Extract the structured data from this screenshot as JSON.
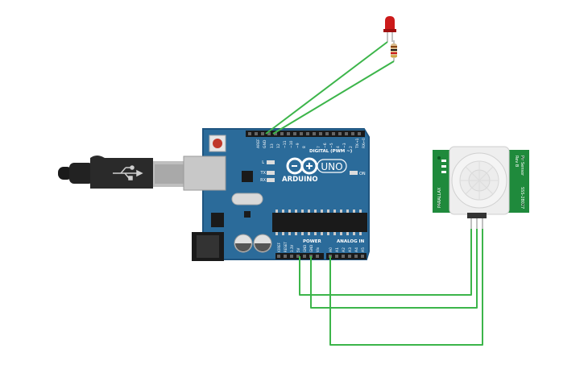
{
  "board": {
    "brand": "ARDUINO",
    "model": "UNO",
    "digital_label": "DIGITAL (PWM ~)",
    "power_label": "POWER",
    "analog_label": "ANALOG IN",
    "on_label": "ON",
    "led_l": "L",
    "led_tx": "TX",
    "led_rx": "RX",
    "pin_aref": "AREF",
    "pin_gnd_top": "GND",
    "digital_pins": [
      "13",
      "12",
      "~11",
      "~10",
      "~9",
      "8",
      "7",
      "~6",
      "~5",
      "4",
      "~3",
      "2",
      "TX→1",
      "RX←0"
    ],
    "power_pins": [
      "IOREF",
      "RESET",
      "3.3V",
      "5V",
      "GND",
      "GND",
      "Vin"
    ],
    "analog_pins": [
      "A0",
      "A1",
      "A2",
      "A3",
      "A4",
      "A5"
    ]
  },
  "pir": {
    "title": "Pir Sensor",
    "rev": "Rev B",
    "part": "SSS-28027",
    "brand": "PARALLAX"
  },
  "colors": {
    "board": "#2b6b9a",
    "board_edge": "#1f5580",
    "wire": "#3cb54a",
    "pir_pcb": "#1f8a3c",
    "led": "#cc1a1a"
  }
}
